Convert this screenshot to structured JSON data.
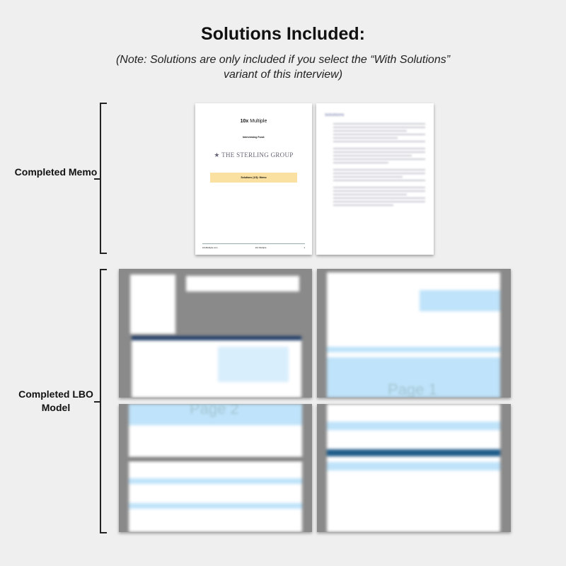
{
  "header": {
    "title": "Solutions Included:",
    "note": "(Note: Solutions are only included if you select the “With Solutions” variant of this interview)"
  },
  "sections": [
    {
      "label": "Completed Memo"
    },
    {
      "label": "Completed LBO Model"
    }
  ],
  "memo_cover": {
    "brand_bold": "10x",
    "brand_rest": " Multiple",
    "fund": "Interviewing Fund:",
    "logo": "★ THE STERLING GROUP",
    "band": "Solutions (1/3): Memo",
    "footer_left": "10xMultiple.com",
    "footer_center": "10x Multiple",
    "footer_page": "1"
  },
  "memo_page2": {
    "heading": "Solutions"
  },
  "lbo_model": {
    "watermark": "Page 1",
    "watermark2": "Page 2"
  },
  "colors": {
    "band": "#fbe1a1",
    "highlight": "#bfe3fa",
    "navy": "#1f3b66"
  }
}
